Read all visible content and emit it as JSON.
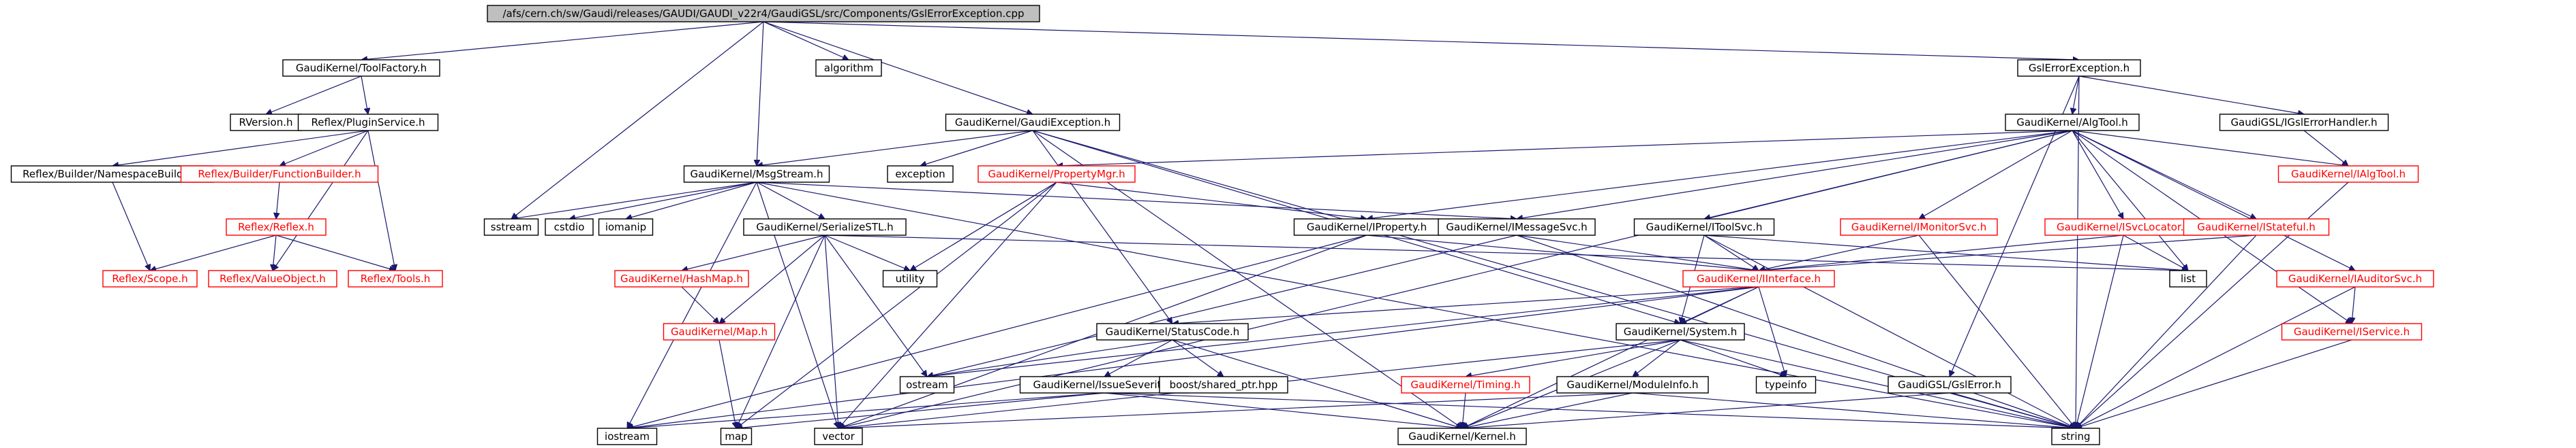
{
  "colors": {
    "edge": "#191970",
    "incomplete_border": "#ff0000",
    "complete_border": "#000000",
    "root_fill": "#bfbfbf"
  },
  "nodes": [
    {
      "id": "root",
      "label": "/afs/cern.ch/sw/Gaudi/releases/GAUDI/GAUDI_v22r4/GaudiGSL/src/Components/GslErrorException.cpp",
      "color": "black",
      "root": true
    },
    {
      "id": "toolfactory",
      "label": "GaudiKernel/ToolFactory.h",
      "color": "black"
    },
    {
      "id": "algorithm",
      "label": "algorithm",
      "color": "black"
    },
    {
      "id": "gslerrorexception",
      "label": "GslErrorException.h",
      "color": "black"
    },
    {
      "id": "rversion",
      "label": "RVersion.h",
      "color": "black"
    },
    {
      "id": "pluginservice",
      "label": "Reflex/PluginService.h",
      "color": "black"
    },
    {
      "id": "gaudiexception",
      "label": "GaudiKernel/GaudiException.h",
      "color": "black"
    },
    {
      "id": "algtool",
      "label": "GaudiKernel/AlgTool.h",
      "color": "black"
    },
    {
      "id": "igslerrorhandler",
      "label": "GaudiGSL/IGslErrorHandler.h",
      "color": "black"
    },
    {
      "id": "namespacebuilder",
      "label": "Reflex/Builder/NamespaceBuilder.h",
      "color": "black"
    },
    {
      "id": "functionbuilder",
      "label": "Reflex/Builder/FunctionBuilder.h",
      "color": "red"
    },
    {
      "id": "msgstream",
      "label": "GaudiKernel/MsgStream.h",
      "color": "black"
    },
    {
      "id": "exception",
      "label": "exception",
      "color": "black"
    },
    {
      "id": "propertymgr",
      "label": "GaudiKernel/PropertyMgr.h",
      "color": "red"
    },
    {
      "id": "ialgtool",
      "label": "GaudiKernel/IAlgTool.h",
      "color": "red"
    },
    {
      "id": "reflex",
      "label": "Reflex/Reflex.h",
      "color": "red"
    },
    {
      "id": "sstream",
      "label": "sstream",
      "color": "black"
    },
    {
      "id": "cstdio",
      "label": "cstdio",
      "color": "black"
    },
    {
      "id": "iomanip",
      "label": "iomanip",
      "color": "black"
    },
    {
      "id": "iproperty",
      "label": "GaudiKernel/IProperty.h",
      "color": "black"
    },
    {
      "id": "imessagesvc",
      "label": "GaudiKernel/IMessageSvc.h",
      "color": "black"
    },
    {
      "id": "itoolsvc",
      "label": "GaudiKernel/IToolSvc.h",
      "color": "black"
    },
    {
      "id": "imonitorsvc",
      "label": "GaudiKernel/IMonitorSvc.h",
      "color": "red"
    },
    {
      "id": "isvclocator",
      "label": "GaudiKernel/ISvcLocator.h",
      "color": "red"
    },
    {
      "id": "istateful",
      "label": "GaudiKernel/IStateful.h",
      "color": "red"
    },
    {
      "id": "serializestl",
      "label": "GaudiKernel/SerializeSTL.h",
      "color": "black"
    },
    {
      "id": "scope",
      "label": "Reflex/Scope.h",
      "color": "red"
    },
    {
      "id": "valueobject",
      "label": "Reflex/ValueObject.h",
      "color": "red"
    },
    {
      "id": "tools",
      "label": "Reflex/Tools.h",
      "color": "red"
    },
    {
      "id": "utility",
      "label": "utility",
      "color": "black"
    },
    {
      "id": "hashmap",
      "label": "GaudiKernel/HashMap.h",
      "color": "red"
    },
    {
      "id": "list",
      "label": "list",
      "color": "black"
    },
    {
      "id": "interface",
      "label": "GaudiKernel/IInterface.h",
      "color": "red"
    },
    {
      "id": "iauditorsvc",
      "label": "GaudiKernel/IAuditorSvc.h",
      "color": "red"
    },
    {
      "id": "mapkernel",
      "label": "GaudiKernel/Map.h",
      "color": "red"
    },
    {
      "id": "statuscode",
      "label": "GaudiKernel/StatusCode.h",
      "color": "black"
    },
    {
      "id": "system",
      "label": "GaudiKernel/System.h",
      "color": "black"
    },
    {
      "id": "iservice",
      "label": "GaudiKernel/IService.h",
      "color": "red"
    },
    {
      "id": "ostream",
      "label": "ostream",
      "color": "black"
    },
    {
      "id": "issueseverity",
      "label": "GaudiKernel/IssueSeverity.h",
      "color": "black"
    },
    {
      "id": "sharedptr",
      "label": "boost/shared_ptr.hpp",
      "color": "black"
    },
    {
      "id": "timing",
      "label": "GaudiKernel/Timing.h",
      "color": "red"
    },
    {
      "id": "moduleinfo",
      "label": "GaudiKernel/ModuleInfo.h",
      "color": "black"
    },
    {
      "id": "typeinfo",
      "label": "typeinfo",
      "color": "black"
    },
    {
      "id": "gslerror",
      "label": "GaudiGSL/GslError.h",
      "color": "black"
    },
    {
      "id": "iostream",
      "label": "iostream",
      "color": "black"
    },
    {
      "id": "map",
      "label": "map",
      "color": "black"
    },
    {
      "id": "vector",
      "label": "vector",
      "color": "black"
    },
    {
      "id": "kernel",
      "label": "GaudiKernel/Kernel.h",
      "color": "black"
    },
    {
      "id": "string",
      "label": "string",
      "color": "black"
    }
  ],
  "edges": [
    [
      "root",
      "toolfactory"
    ],
    [
      "root",
      "algorithm"
    ],
    [
      "root",
      "gslerrorexception"
    ],
    [
      "root",
      "gaudiexception"
    ],
    [
      "root",
      "msgstream"
    ],
    [
      "root",
      "sstream"
    ],
    [
      "toolfactory",
      "rversion"
    ],
    [
      "toolfactory",
      "pluginservice"
    ],
    [
      "pluginservice",
      "namespacebuilder"
    ],
    [
      "pluginservice",
      "functionbuilder"
    ],
    [
      "pluginservice",
      "valueobject"
    ],
    [
      "pluginservice",
      "tools"
    ],
    [
      "namespacebuilder",
      "scope"
    ],
    [
      "functionbuilder",
      "reflex"
    ],
    [
      "reflex",
      "scope"
    ],
    [
      "reflex",
      "valueobject"
    ],
    [
      "reflex",
      "tools"
    ],
    [
      "gslerrorexception",
      "algtool"
    ],
    [
      "gslerrorexception",
      "igslerrorhandler"
    ],
    [
      "gslerrorexception",
      "gslerror"
    ],
    [
      "gslerrorexception",
      "string"
    ],
    [
      "igslerrorhandler",
      "ialgtool"
    ],
    [
      "gaudiexception",
      "msgstream"
    ],
    [
      "gaudiexception",
      "exception"
    ],
    [
      "gaudiexception",
      "statuscode"
    ],
    [
      "gaudiexception",
      "system"
    ],
    [
      "gaudiexception",
      "kernel"
    ],
    [
      "gaudiexception",
      "string"
    ],
    [
      "algtool",
      "ialgtool"
    ],
    [
      "algtool",
      "propertymgr"
    ],
    [
      "algtool",
      "iproperty"
    ],
    [
      "algtool",
      "imessagesvc"
    ],
    [
      "algtool",
      "itoolsvc"
    ],
    [
      "algtool",
      "imonitorsvc"
    ],
    [
      "algtool",
      "isvclocator"
    ],
    [
      "algtool",
      "istateful"
    ],
    [
      "algtool",
      "iauditorsvc"
    ],
    [
      "algtool",
      "iservice"
    ],
    [
      "algtool",
      "vector"
    ],
    [
      "algtool",
      "list"
    ],
    [
      "msgstream",
      "iostream"
    ],
    [
      "msgstream",
      "sstream"
    ],
    [
      "msgstream",
      "cstdio"
    ],
    [
      "msgstream",
      "iomanip"
    ],
    [
      "msgstream",
      "imessagesvc"
    ],
    [
      "msgstream",
      "serializestl"
    ],
    [
      "msgstream",
      "string"
    ],
    [
      "msgstream",
      "vector"
    ],
    [
      "propertymgr",
      "iproperty"
    ],
    [
      "propertymgr",
      "map"
    ],
    [
      "propertymgr",
      "utility"
    ],
    [
      "propertymgr",
      "vector"
    ],
    [
      "iproperty",
      "interface"
    ],
    [
      "iproperty",
      "iostream"
    ],
    [
      "iproperty",
      "vector"
    ],
    [
      "imessagesvc",
      "interface"
    ],
    [
      "imessagesvc",
      "ostream"
    ],
    [
      "imessagesvc",
      "string"
    ],
    [
      "itoolsvc",
      "interface"
    ],
    [
      "itoolsvc",
      "system"
    ],
    [
      "itoolsvc",
      "string"
    ],
    [
      "itoolsvc",
      "list"
    ],
    [
      "imonitorsvc",
      "interface"
    ],
    [
      "imonitorsvc",
      "string"
    ],
    [
      "isvclocator",
      "interface"
    ],
    [
      "isvclocator",
      "string"
    ],
    [
      "isvclocator",
      "list"
    ],
    [
      "istateful",
      "interface"
    ],
    [
      "istateful",
      "string"
    ],
    [
      "iauditorsvc",
      "iservice"
    ],
    [
      "iauditorsvc",
      "string"
    ],
    [
      "iservice",
      "string"
    ],
    [
      "ialgtool",
      "string"
    ],
    [
      "serializestl",
      "utility"
    ],
    [
      "serializestl",
      "hashmap"
    ],
    [
      "serializestl",
      "mapkernel"
    ],
    [
      "serializestl",
      "list"
    ],
    [
      "serializestl",
      "ostream"
    ],
    [
      "serializestl",
      "vector"
    ],
    [
      "serializestl",
      "map"
    ],
    [
      "hashmap",
      "mapkernel"
    ],
    [
      "mapkernel",
      "map"
    ],
    [
      "interface",
      "statuscode"
    ],
    [
      "interface",
      "system"
    ],
    [
      "interface",
      "kernel"
    ],
    [
      "interface",
      "typeinfo"
    ],
    [
      "interface",
      "ostream"
    ],
    [
      "interface",
      "iostream"
    ],
    [
      "statuscode",
      "ostream"
    ],
    [
      "statuscode",
      "issueseverity"
    ],
    [
      "statuscode",
      "sharedptr"
    ],
    [
      "statuscode",
      "kernel"
    ],
    [
      "issueseverity",
      "map"
    ],
    [
      "issueseverity",
      "iostream"
    ],
    [
      "issueseverity",
      "kernel"
    ],
    [
      "issueseverity",
      "string"
    ],
    [
      "system",
      "timing"
    ],
    [
      "system",
      "moduleinfo"
    ],
    [
      "system",
      "typeinfo"
    ],
    [
      "system",
      "kernel"
    ],
    [
      "system",
      "vector"
    ],
    [
      "system",
      "string"
    ],
    [
      "timing",
      "kernel"
    ],
    [
      "moduleinfo",
      "kernel"
    ],
    [
      "moduleinfo",
      "string"
    ],
    [
      "moduleinfo",
      "vector"
    ],
    [
      "gslerror",
      "kernel"
    ],
    [
      "gslerror",
      "string"
    ]
  ]
}
